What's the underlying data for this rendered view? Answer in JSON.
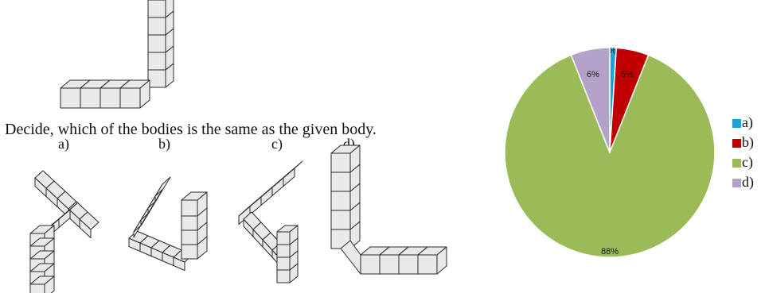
{
  "question": "Decide, which of the bodies is the same as the given body.",
  "options": [
    {
      "label": "a)"
    },
    {
      "label": "b)"
    },
    {
      "label": "c)"
    },
    {
      "label": "d)"
    }
  ],
  "chart_data": {
    "type": "pie",
    "title": "",
    "start": "12 o'clock, clockwise",
    "legend_position": "right",
    "series": [
      {
        "name": "a)",
        "value": 1,
        "label": "1%",
        "color": "#1ba1d9"
      },
      {
        "name": "b)",
        "value": 5,
        "label": "5%",
        "color": "#c00000"
      },
      {
        "name": "c)",
        "value": 88,
        "label": "88%",
        "color": "#9bbb59"
      },
      {
        "name": "d)",
        "value": 6,
        "label": "6%",
        "color": "#b3a2c7"
      }
    ]
  }
}
